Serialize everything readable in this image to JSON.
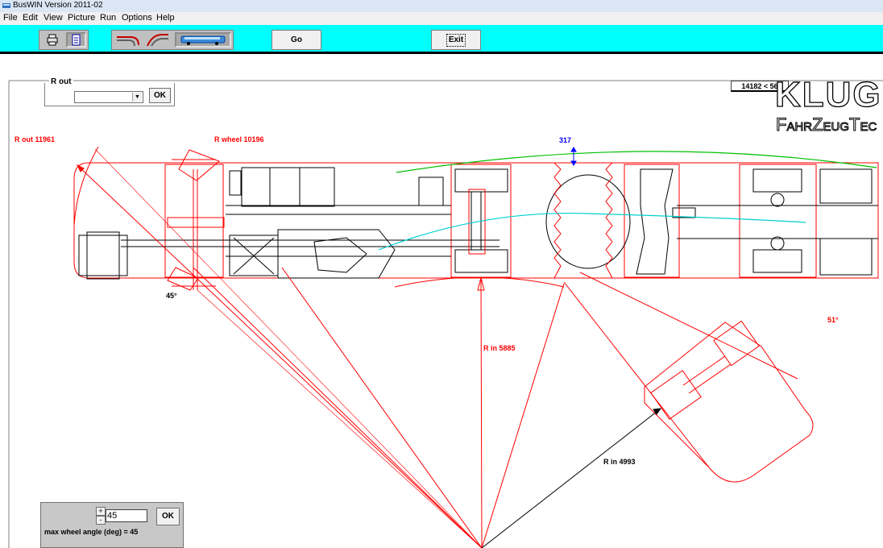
{
  "window": {
    "title": "BusWIN  Version 2011-02"
  },
  "menu": [
    "File",
    "Edit",
    "View",
    "Picture",
    "Run",
    "Options",
    "Help"
  ],
  "toolbar": {
    "tools": [
      "print-icon",
      "document-icon",
      "curve-path-icon",
      "curve-path-alt-icon",
      "bus-icon"
    ],
    "go_label": "Go",
    "exit_label": "Exit"
  },
  "r_out_panel": {
    "legend": "R out",
    "selected": "",
    "ok_label": "OK"
  },
  "readout": "14182 < 56",
  "logo": {
    "line1": "KLUG",
    "line2": "FahrZeugTec"
  },
  "labels": {
    "r_out": "R out 11961",
    "r_wheel": "R wheel 10196",
    "offset": "317",
    "angle_front": "45°",
    "angle_rear": "51°",
    "r_in_1": "R in 5885",
    "r_in_2": "R in  4993"
  },
  "angle_panel": {
    "plus": "+",
    "minus": "-",
    "value": "45",
    "ok_label": "OK",
    "status": "max wheel angle  (deg) = 45"
  },
  "colors": {
    "toolbar": "#00ffff",
    "drawing_red": "#ff0000",
    "drawing_cyan": "#00d0d0",
    "drawing_green": "#00c000",
    "offset_blue": "#0000ff"
  }
}
